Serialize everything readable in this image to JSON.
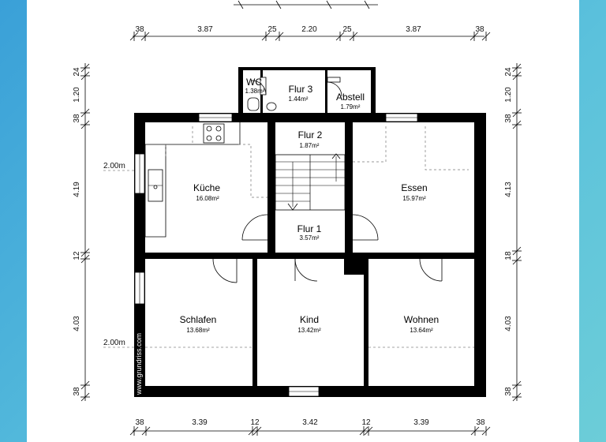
{
  "dimensions": {
    "top": [
      "38",
      "3.87",
      "25",
      "2.20",
      "25",
      "3.87",
      "38"
    ],
    "bottom": [
      "38",
      "3.39",
      "12",
      "3.42",
      "12",
      "3.39",
      "38"
    ],
    "left": [
      "24",
      "1.20",
      "38",
      "4.19",
      "12",
      "4.03",
      "38"
    ],
    "right": [
      "24",
      "1.20",
      "38",
      "4.13",
      "18",
      "4.03",
      "38"
    ]
  },
  "markers": {
    "upper": "2.00m",
    "lower": "2.00m"
  },
  "watermark": "www.grundriss.com",
  "rooms": [
    {
      "name": "WC",
      "area": "1.38m²"
    },
    {
      "name": "Flur 3",
      "area": "1.44m²"
    },
    {
      "name": "Abstell",
      "area": "1.79m²"
    },
    {
      "name": "Flur 2",
      "area": "1.87m²"
    },
    {
      "name": "Küche",
      "area": "16.08m²"
    },
    {
      "name": "Essen",
      "area": "15.97m²"
    },
    {
      "name": "Flur 1",
      "area": "3.57m²"
    },
    {
      "name": "Schlafen",
      "area": "13.68m²"
    },
    {
      "name": "Kind",
      "area": "13.42m²"
    },
    {
      "name": "Wohnen",
      "area": "13.64m²"
    }
  ]
}
